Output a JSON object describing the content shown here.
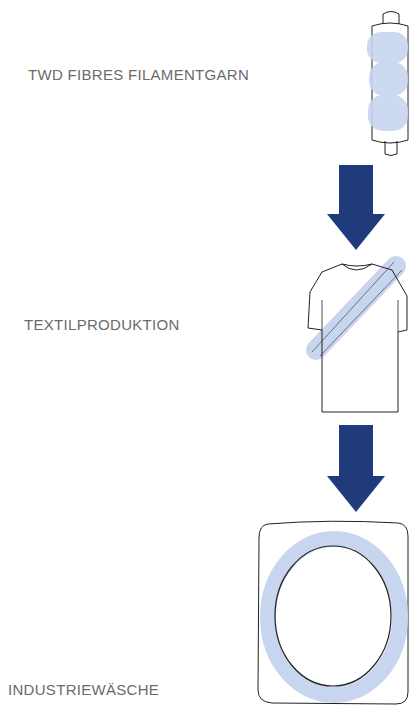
{
  "diagram": {
    "nodes": [
      {
        "text": [
          "TWD FIBRES FILAMENTGARN"
        ]
      },
      {
        "text": [
          "TEXTILPRODUKTION"
        ]
      },
      {
        "text": [
          "INDUSTRIEWÄSCHE"
        ]
      }
    ],
    "edges": [
      {
        "from": 0,
        "to": 1,
        "arrow": "to"
      },
      {
        "from": 1,
        "to": 2,
        "arrow": "to"
      }
    ]
  }
}
